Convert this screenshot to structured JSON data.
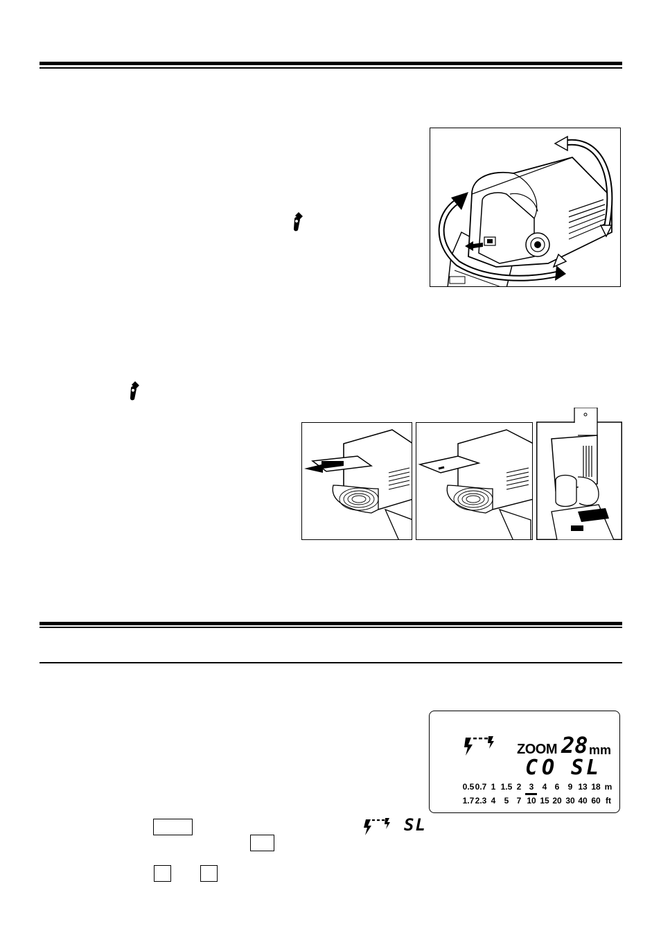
{
  "lcd": {
    "zoom_label": "ZOOM",
    "zoom_value": "28",
    "zoom_unit": "mm",
    "mode_left": "CO",
    "mode_right": "SL",
    "meter_values": [
      "0.5",
      "0.7",
      "1",
      "1.5",
      "2",
      "3",
      "4",
      "6",
      "9",
      "13",
      "18"
    ],
    "meter_unit": "m",
    "feet_values": [
      "1.7",
      "2.3",
      "4",
      "5",
      "7",
      "10",
      "15",
      "20",
      "30",
      "40",
      "60"
    ],
    "feet_unit": "ft"
  },
  "inline_symbols": {
    "mode_code": "SL"
  }
}
